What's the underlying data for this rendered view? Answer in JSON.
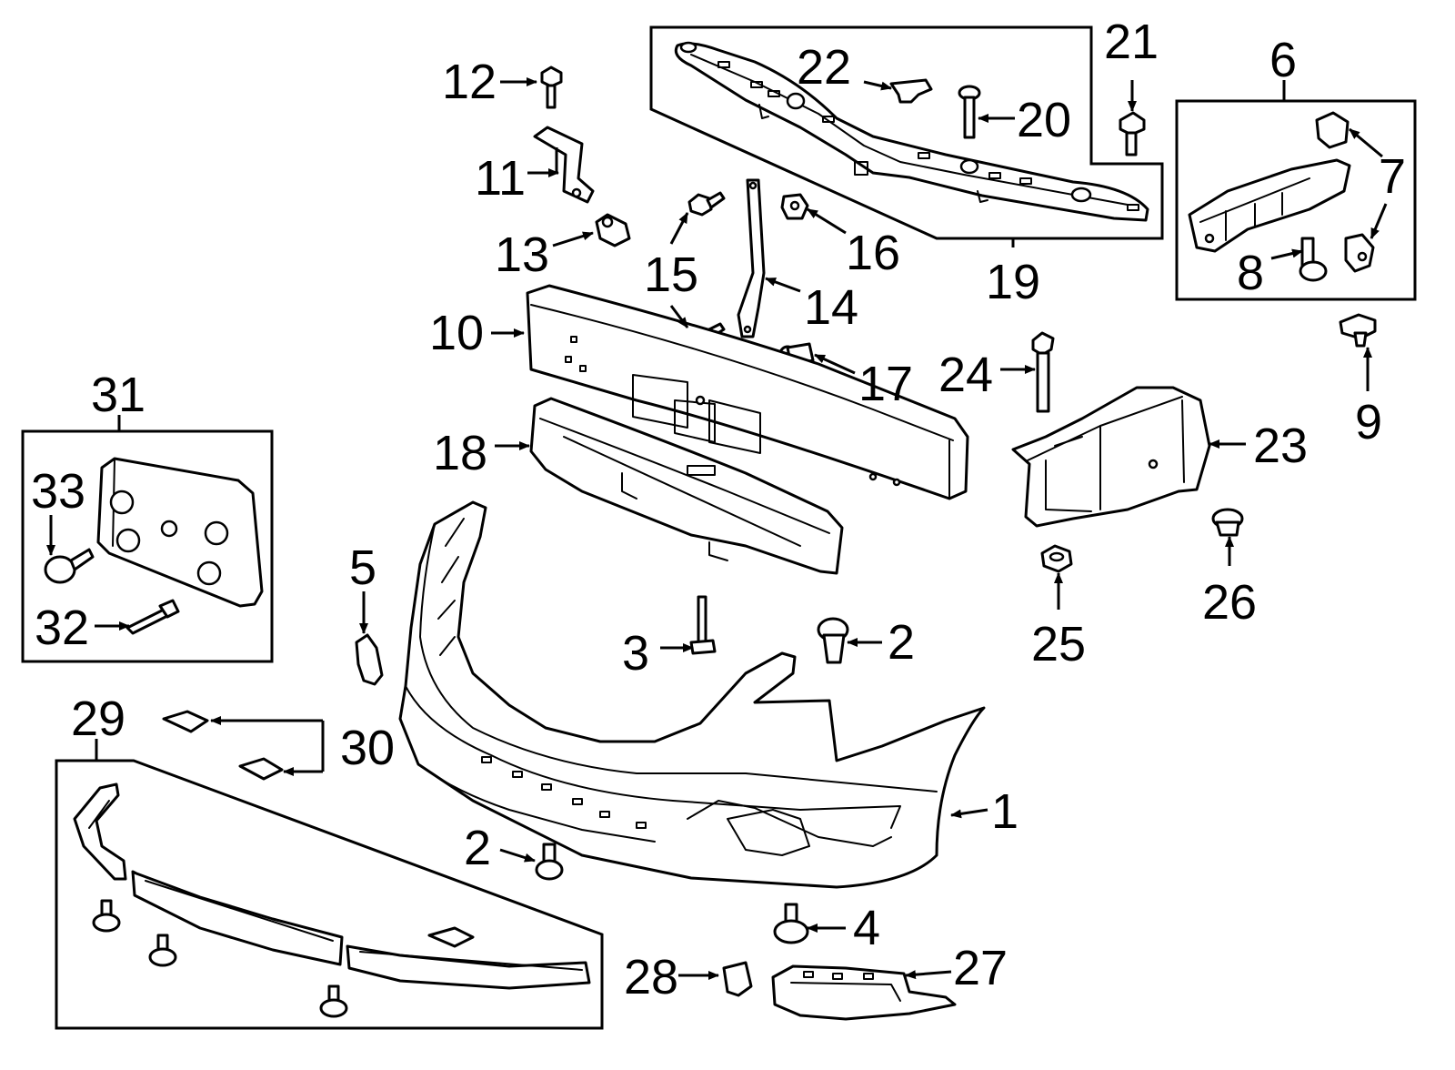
{
  "diagram": {
    "line_color": "#000000",
    "background": "#ffffff",
    "callouts": [
      {
        "id": "1",
        "label": "1"
      },
      {
        "id": "2a",
        "label": "2"
      },
      {
        "id": "2b",
        "label": "2"
      },
      {
        "id": "3",
        "label": "3"
      },
      {
        "id": "4",
        "label": "4"
      },
      {
        "id": "5",
        "label": "5"
      },
      {
        "id": "6",
        "label": "6"
      },
      {
        "id": "7",
        "label": "7"
      },
      {
        "id": "8",
        "label": "8"
      },
      {
        "id": "9",
        "label": "9"
      },
      {
        "id": "10",
        "label": "10"
      },
      {
        "id": "11",
        "label": "11"
      },
      {
        "id": "12",
        "label": "12"
      },
      {
        "id": "13",
        "label": "13"
      },
      {
        "id": "14",
        "label": "14"
      },
      {
        "id": "15",
        "label": "15"
      },
      {
        "id": "16",
        "label": "16"
      },
      {
        "id": "17",
        "label": "17"
      },
      {
        "id": "18",
        "label": "18"
      },
      {
        "id": "19",
        "label": "19"
      },
      {
        "id": "20",
        "label": "20"
      },
      {
        "id": "21",
        "label": "21"
      },
      {
        "id": "22",
        "label": "22"
      },
      {
        "id": "23",
        "label": "23"
      },
      {
        "id": "24",
        "label": "24"
      },
      {
        "id": "25",
        "label": "25"
      },
      {
        "id": "26",
        "label": "26"
      },
      {
        "id": "27",
        "label": "27"
      },
      {
        "id": "28",
        "label": "28"
      },
      {
        "id": "29",
        "label": "29"
      },
      {
        "id": "30",
        "label": "30"
      },
      {
        "id": "31",
        "label": "31"
      },
      {
        "id": "32",
        "label": "32"
      },
      {
        "id": "33",
        "label": "33"
      }
    ]
  }
}
